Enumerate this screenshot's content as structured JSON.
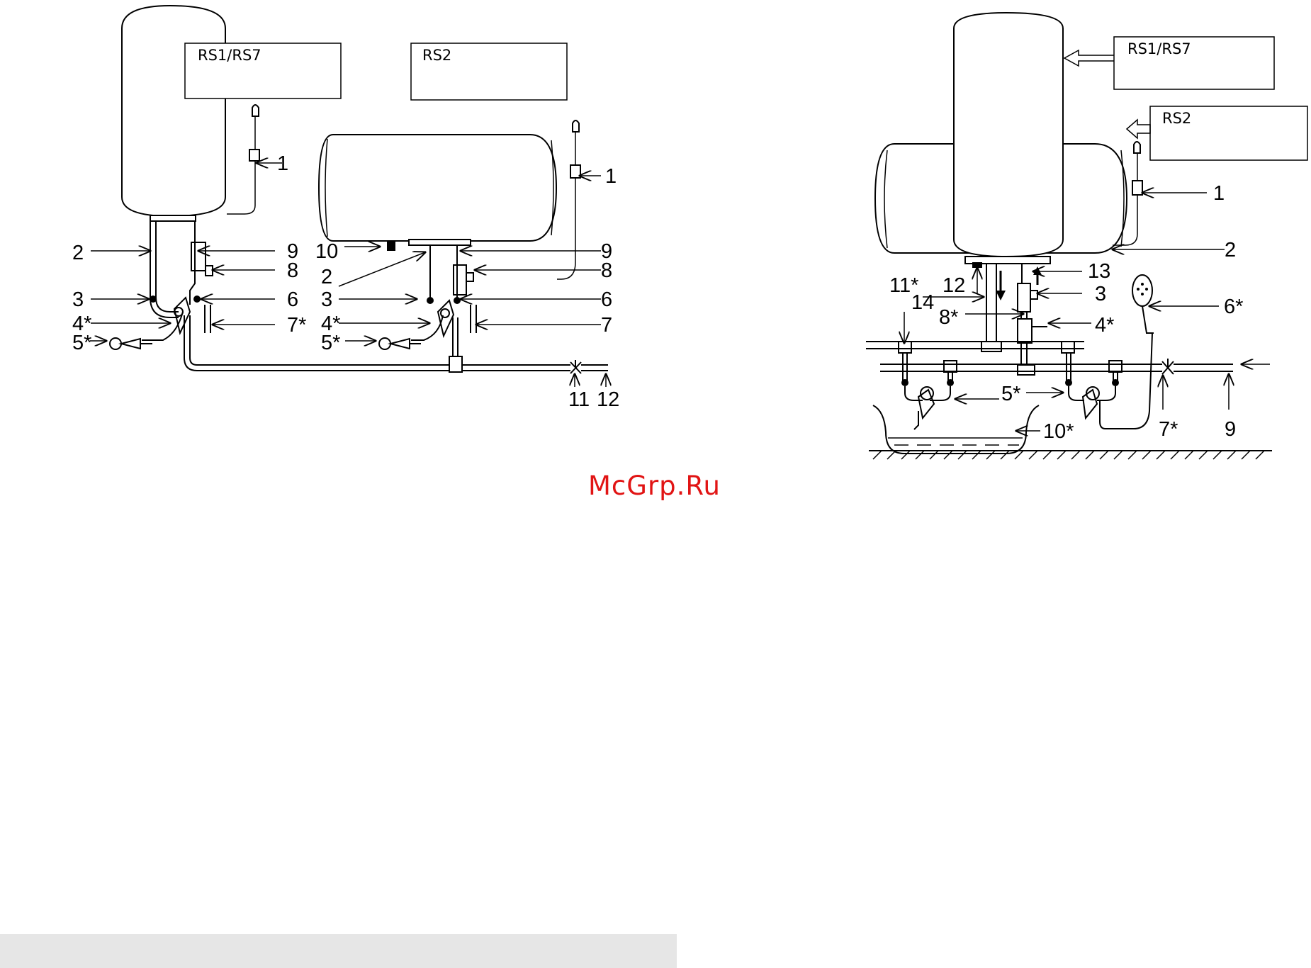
{
  "watermark": "McGrp.Ru",
  "left_diagram": {
    "box_vertical": "RS1/RS7",
    "box_horizontal": "RS2",
    "labels_vertical_tank": [
      "1",
      "2",
      "3",
      "4*",
      "5*",
      "6",
      "7*",
      "8",
      "9"
    ],
    "labels_horizontal_tank": [
      "1",
      "10",
      "2",
      "3",
      "4*",
      "5*",
      "9",
      "8",
      "6",
      "7",
      "11",
      "12"
    ]
  },
  "right_diagram": {
    "box_vertical": "RS1/RS7",
    "box_horizontal": "RS2",
    "labels": [
      "1",
      "2",
      "11*",
      "12",
      "13",
      "14",
      "3",
      "8*",
      "4*",
      "6*",
      "5*",
      "10*",
      "7*",
      "9"
    ]
  }
}
